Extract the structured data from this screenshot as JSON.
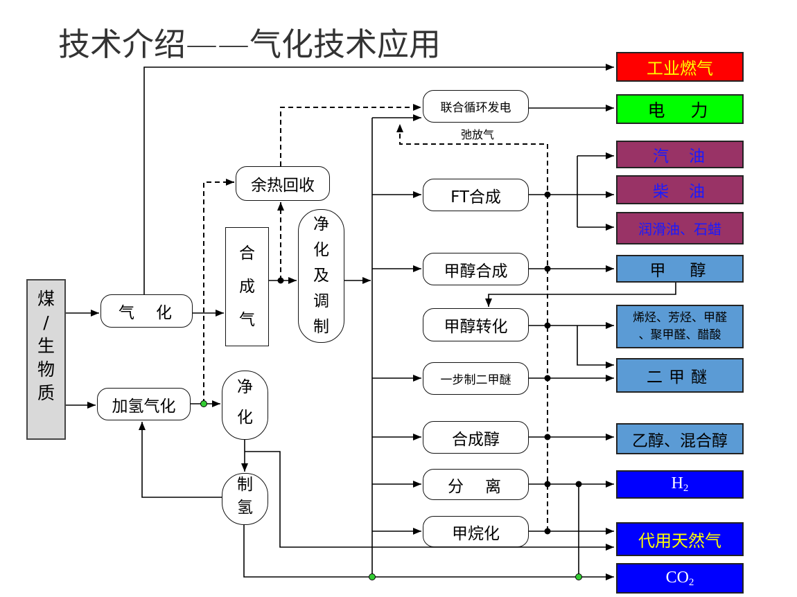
{
  "title": "技术介绍——气化技术应用",
  "feedstock": {
    "label": "煤/生物质"
  },
  "process": {
    "gasification": "气　化",
    "hydrogasification": "加氢气化",
    "heat_recovery": "余热回收",
    "syngas": "合成气",
    "purify_adjust": "净化及调制",
    "purify": "净化",
    "hydrogen_production": "制氢",
    "combined_cycle": "联合循环发电",
    "purge_gas": "弛放气",
    "ft_synthesis": "FT合成",
    "methanol_synthesis": "甲醇合成",
    "methanol_conversion": "甲醇转化",
    "one_step_dme": "一步制二甲醚",
    "alcohol_synthesis": "合成醇",
    "separation": "分　离",
    "methanation": "甲烷化"
  },
  "products": {
    "industrial_gas": "工业燃气",
    "power": "电　力",
    "gasoline": "汽　油",
    "diesel": "柴　油",
    "lubricant_wax": "润滑油、石蜡",
    "methanol": "甲　醇",
    "chemicals_line1": "烯烃、芳烃、甲醛",
    "chemicals_line2": "、聚甲醛、醋酸",
    "dme": "二甲醚",
    "ethanol_mixed": "乙醇、混合醇",
    "h2_main": "H",
    "h2_sub": "2",
    "sng": "代用天然气",
    "co2_main": "CO",
    "co2_sub": "2"
  },
  "colors": {
    "feedstock_bg": "#D9D9D9",
    "industrial_gas_bg": "#FF0000",
    "power_bg": "#00FF00",
    "oil_bg": "#993366",
    "oil_text": "#1A1AFF",
    "chem_bg": "#5B9BD5",
    "blue_bg": "#0000FF",
    "yellow_text": "#FFFF00",
    "white_text": "#FFFFFF",
    "black_text": "#000000",
    "junction_green": "#33CC33"
  }
}
